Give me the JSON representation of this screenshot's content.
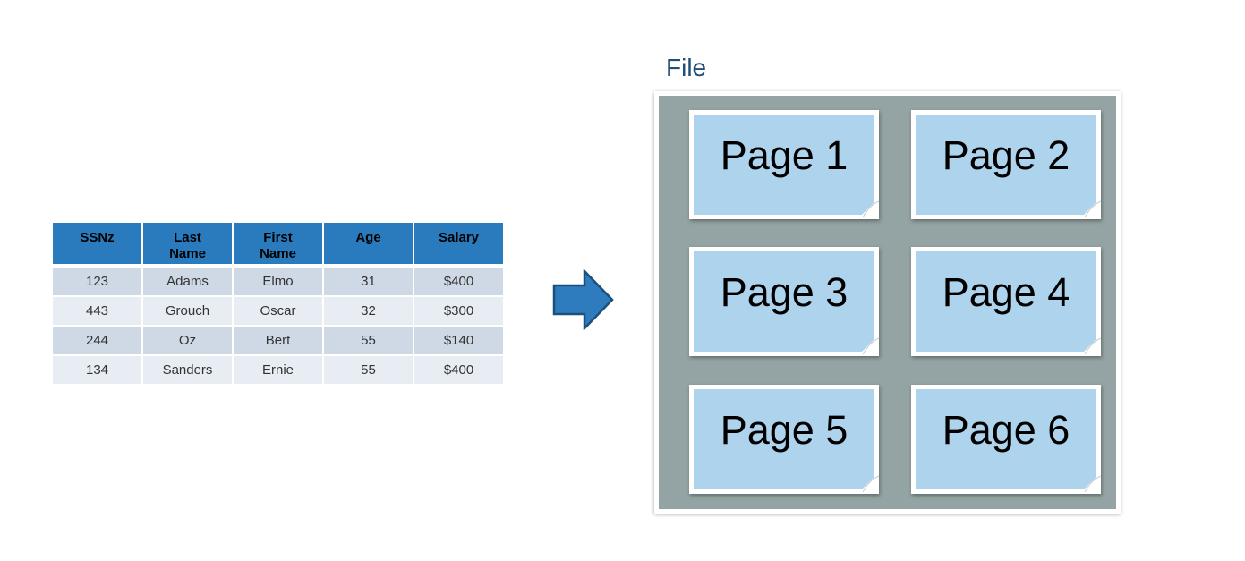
{
  "table": {
    "headers": [
      "SSNz",
      "Last Name",
      "First Name",
      "Age",
      "Salary"
    ],
    "header_lines": [
      [
        "SSNz"
      ],
      [
        "Last",
        "Name"
      ],
      [
        "First",
        "Name"
      ],
      [
        "Age"
      ],
      [
        "Salary"
      ]
    ],
    "rows": [
      [
        "123",
        "Adams",
        "Elmo",
        "31",
        "$400"
      ],
      [
        "443",
        "Grouch",
        "Oscar",
        "32",
        "$300"
      ],
      [
        "244",
        "Oz",
        "Bert",
        "55",
        "$140"
      ],
      [
        "134",
        "Sanders",
        "Ernie",
        "55",
        "$400"
      ]
    ],
    "colors": {
      "header": "#2a7bbd",
      "row_odd": "#cfd9e6",
      "row_even": "#e8edf3"
    }
  },
  "arrow": {
    "icon": "right-arrow-icon",
    "color": "#2e7bbd"
  },
  "file": {
    "label": "File",
    "pages": [
      "Page 1",
      "Page 2",
      "Page 3",
      "Page 4",
      "Page 5",
      "Page 6"
    ],
    "colors": {
      "container": "#94a3a3",
      "page": "#aed3ec",
      "label": "#1f4e79"
    }
  }
}
